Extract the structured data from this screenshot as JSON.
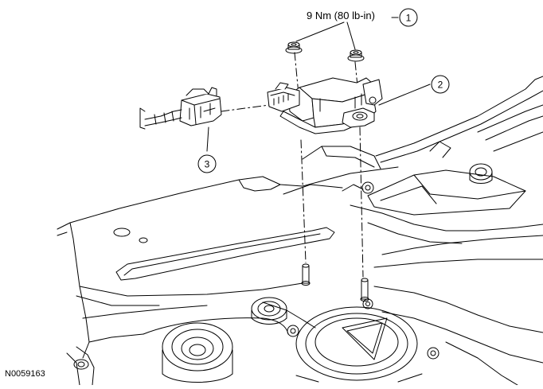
{
  "torque_spec": "9 Nm (80 lb-in)",
  "callouts": [
    {
      "id": "callout-1",
      "label": "1"
    },
    {
      "id": "callout-2",
      "label": "2"
    },
    {
      "id": "callout-3",
      "label": "3"
    }
  ],
  "figure_id": "N0059163"
}
